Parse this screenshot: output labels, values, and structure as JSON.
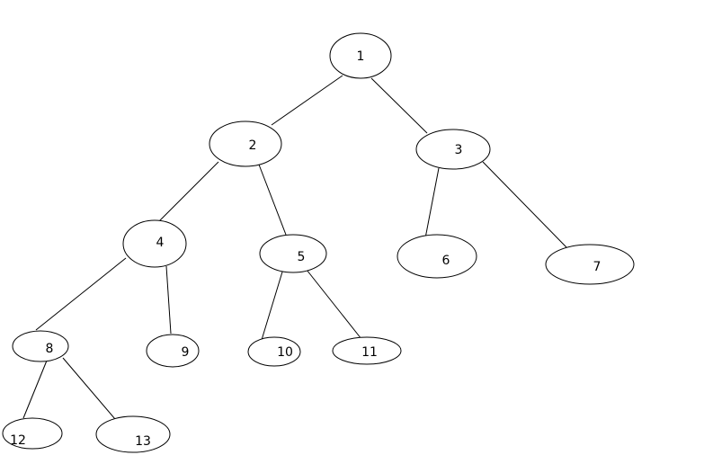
{
  "diagram": {
    "type": "binary-tree",
    "nodes": [
      {
        "id": "1",
        "label": "1"
      },
      {
        "id": "2",
        "label": "2"
      },
      {
        "id": "3",
        "label": "3"
      },
      {
        "id": "4",
        "label": "4"
      },
      {
        "id": "5",
        "label": "5"
      },
      {
        "id": "6",
        "label": "6"
      },
      {
        "id": "7",
        "label": "7"
      },
      {
        "id": "8",
        "label": "8"
      },
      {
        "id": "9",
        "label": "9"
      },
      {
        "id": "10",
        "label": "10"
      },
      {
        "id": "11",
        "label": "11"
      },
      {
        "id": "12",
        "label": "12"
      },
      {
        "id": "13",
        "label": "13"
      }
    ],
    "edges": [
      {
        "from": "1",
        "to": "2"
      },
      {
        "from": "1",
        "to": "3"
      },
      {
        "from": "2",
        "to": "4"
      },
      {
        "from": "2",
        "to": "5"
      },
      {
        "from": "3",
        "to": "6"
      },
      {
        "from": "3",
        "to": "7"
      },
      {
        "from": "4",
        "to": "8"
      },
      {
        "from": "4",
        "to": "9"
      },
      {
        "from": "5",
        "to": "10"
      },
      {
        "from": "5",
        "to": "11"
      },
      {
        "from": "8",
        "to": "12"
      },
      {
        "from": "8",
        "to": "13"
      }
    ]
  }
}
